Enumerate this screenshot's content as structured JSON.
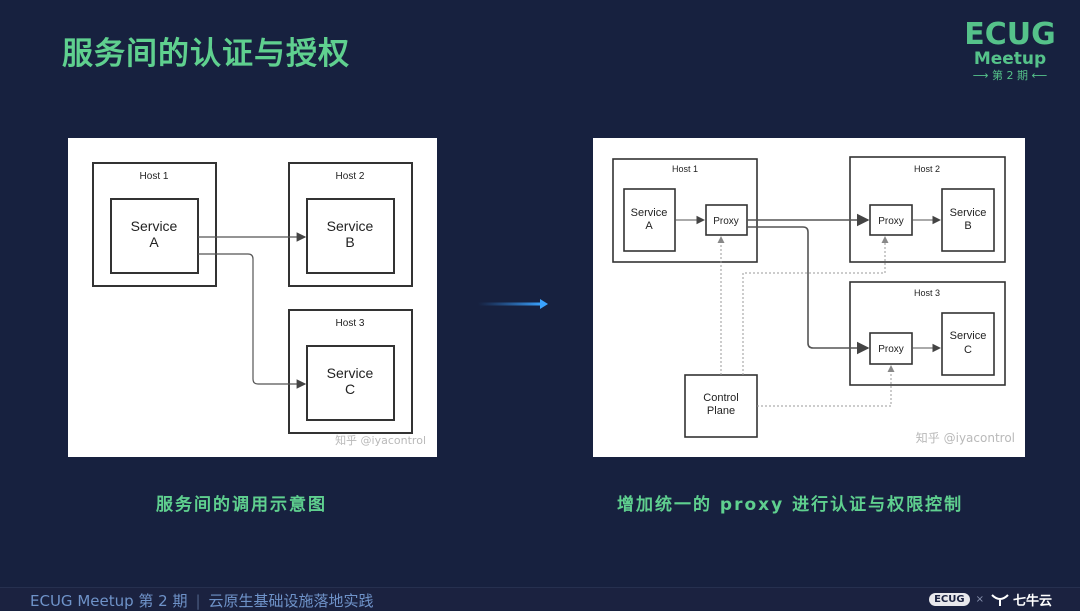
{
  "slide": {
    "title": "服务间的认证与授权"
  },
  "logo": {
    "line1": "ECUG",
    "line2": "Meetup",
    "line3": "第 2 期"
  },
  "left_diagram": {
    "hosts": [
      "Host 1",
      "Host 2",
      "Host 3"
    ],
    "services": [
      {
        "line1": "Service",
        "line2": "A"
      },
      {
        "line1": "Service",
        "line2": "B"
      },
      {
        "line1": "Service",
        "line2": "C"
      }
    ],
    "watermark": "知乎 @iyacontrol",
    "caption": "服务间的调用示意图"
  },
  "right_diagram": {
    "hosts": [
      "Host 1",
      "Host 2",
      "Host 3"
    ],
    "services": [
      {
        "line1": "Service",
        "line2": "A"
      },
      {
        "line1": "Service",
        "line2": "B"
      },
      {
        "line1": "Service",
        "line2": "C"
      }
    ],
    "proxy_label": "Proxy",
    "control_plane": {
      "line1": "Control",
      "line2": "Plane"
    },
    "watermark": "知乎 @iyacontrol",
    "caption": "增加统一的 proxy 进行认证与权限控制"
  },
  "footer": {
    "event": "ECUG Meetup 第 2 期",
    "topic": "云原生基础设施落地实践",
    "badge": "ECUG",
    "times": "×",
    "sponsor": "七牛云"
  },
  "colors": {
    "background": "#17213f",
    "accent_green": "#5fd08f",
    "footer_blue": "#6f93c9"
  }
}
